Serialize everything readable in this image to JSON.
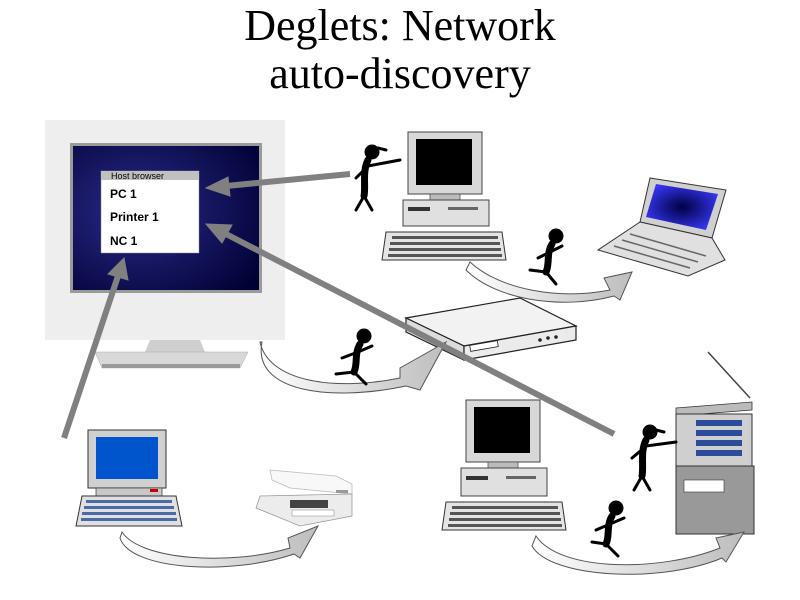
{
  "title": {
    "line1": "Deglets: Network",
    "line2": "auto-discovery"
  },
  "host_browser": {
    "window_title": "Host browser",
    "items": [
      "PC 1",
      "Printer 1",
      "NC 1"
    ]
  },
  "colors": {
    "screen_dark": "#000033",
    "screen_light": "#2a2a8a",
    "monitor_frame": "#e8e8e8",
    "arrow_gray": "#808080",
    "window_header": "#c0c0c0"
  }
}
